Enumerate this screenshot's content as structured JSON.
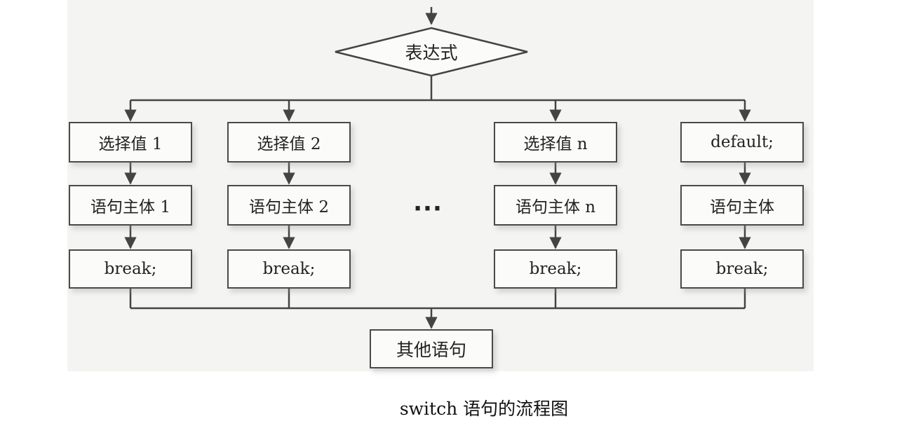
{
  "diagram": {
    "decision": "表达式",
    "ellipsis": "···",
    "branches": [
      {
        "case": "选择值 1",
        "body": "语句主体 1",
        "break": "break;"
      },
      {
        "case": "选择值 2",
        "body": "语句主体 2",
        "break": "break;"
      },
      {
        "case": "选择值 n",
        "body": "语句主体 n",
        "break": "break;"
      },
      {
        "case": "default;",
        "body": "语句主体",
        "break": "break;"
      }
    ],
    "end": "其他语句",
    "caption": "switch 语句的流程图"
  }
}
